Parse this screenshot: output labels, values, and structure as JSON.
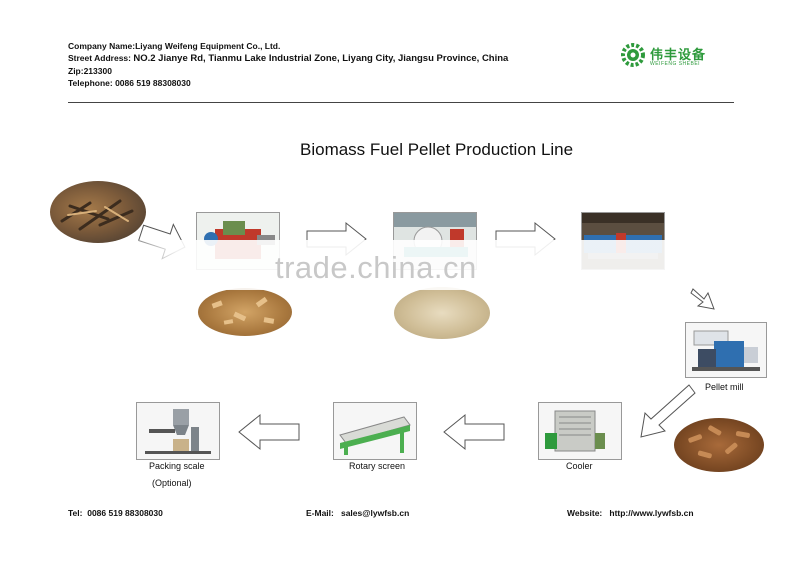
{
  "header": {
    "company_label": "Company Name:",
    "company": "Liyang Weifeng Equipment Co., Ltd.",
    "address_label": "Street Address: ",
    "address": "NO.2 Jianye Rd, Tianmu Lake Industrial Zone, Liyang City, Jiangsu Province, China",
    "zip_label": "Zip:",
    "zip": "213300",
    "phone_label": "Telephone: ",
    "phone": "0086 519 88308030",
    "logo_text": "伟丰设备",
    "logo_subtext": "WEIFENG SHEBEI"
  },
  "title": "Biomass Fuel Pellet Production Line",
  "watermark": "trade.china.cn",
  "steps": {
    "pellet_mill": "Pellet mill",
    "cooler": "Cooler",
    "rotary_screen": "Rotary screen",
    "packing_scale": "Packing scale",
    "packing_optional": "(Optional)"
  },
  "footer": {
    "tel_label": "Tel:",
    "tel": "0086 519 88308030",
    "email_label": "E-Mail:",
    "email": "sales@lywfsb.cn",
    "website_label": "Website:",
    "website": "http://www.lywfsb.cn"
  },
  "colors": {
    "logo_green": "#2e9a3c",
    "machine_blue": "#2f6fb0",
    "machine_red": "#c0392b",
    "wood": "#b9874a"
  }
}
